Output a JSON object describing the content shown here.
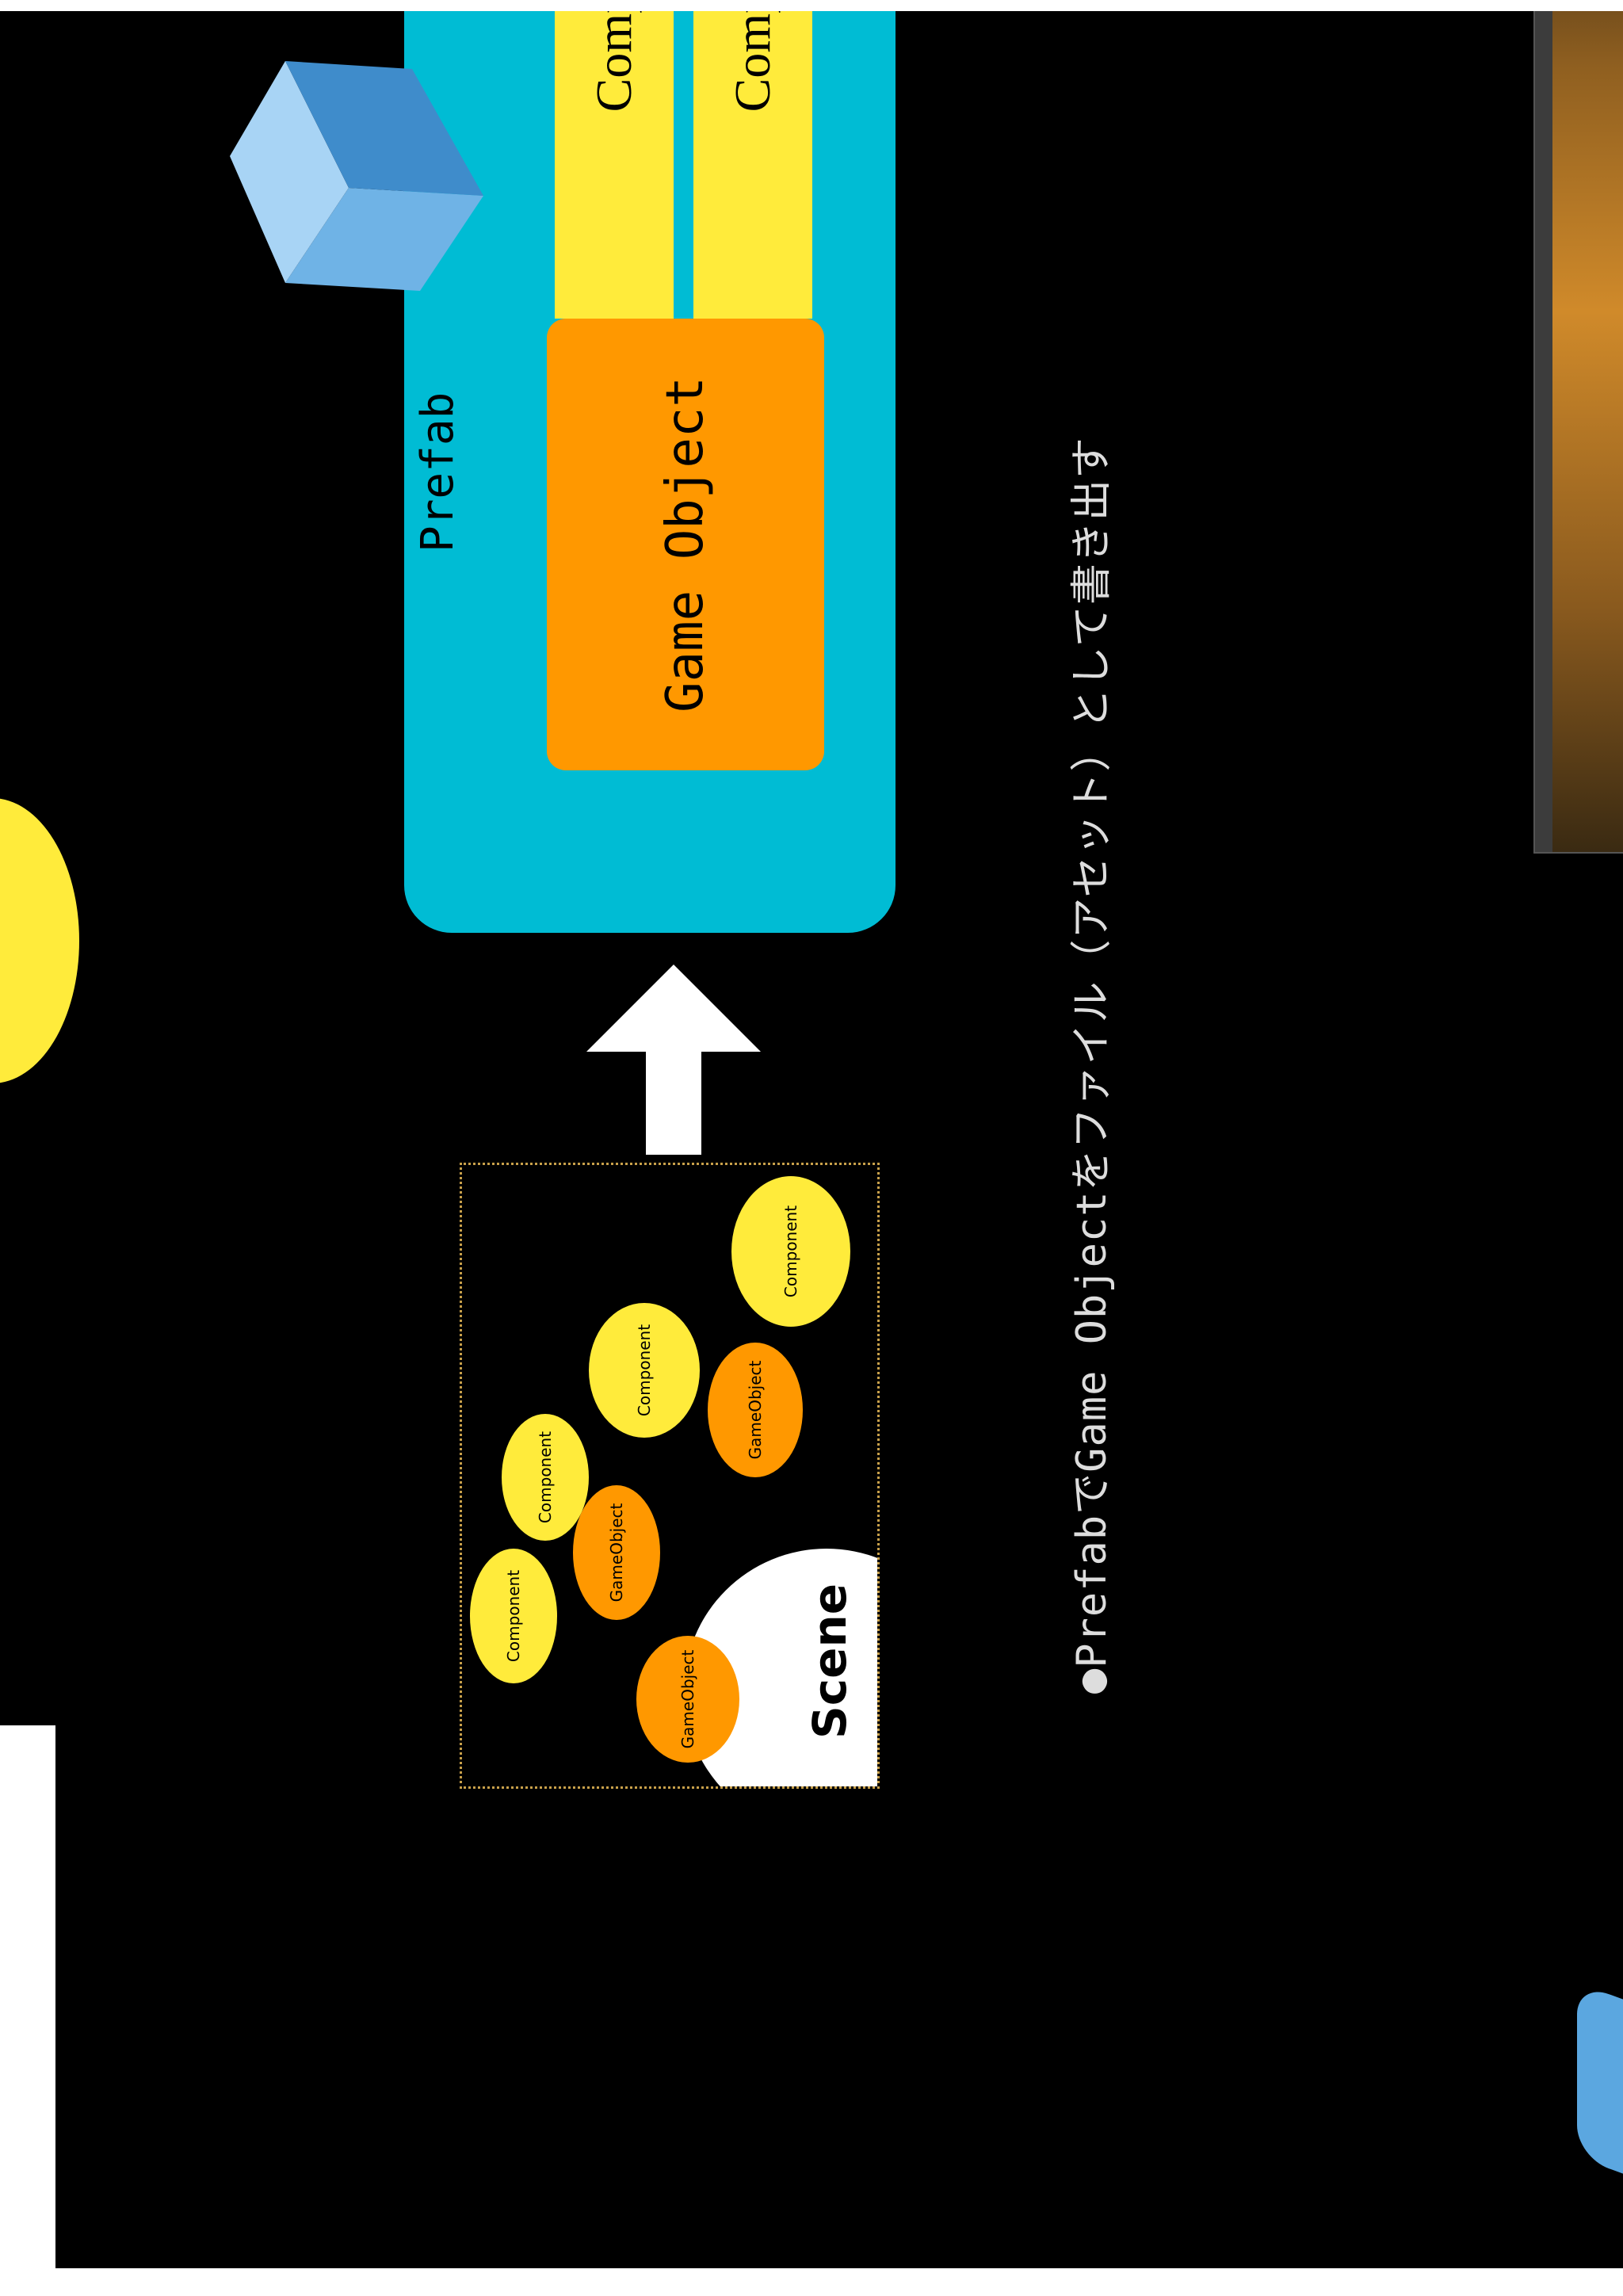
{
  "diagram": {
    "prefab_label": "Prefab",
    "components": [
      "Component",
      "Component"
    ],
    "game_object_label": "Game Object",
    "scene": {
      "label": "Scene",
      "bubbles": [
        {
          "type": "game_object",
          "text": "GameObject"
        },
        {
          "type": "component",
          "text": "Component"
        },
        {
          "type": "game_object",
          "text": "GameObject"
        },
        {
          "type": "component",
          "text": "Component"
        },
        {
          "type": "game_object",
          "text": "GameObject"
        },
        {
          "type": "component",
          "text": "Component"
        },
        {
          "type": "component",
          "text": "Component"
        }
      ]
    },
    "caption": "●PrefabでGame Objectをファイル（アセット）として書き出す"
  },
  "colors": {
    "background": "#000000",
    "prefab": "#00bcd4",
    "component": "#ffeb3b",
    "game_object": "#ff9800",
    "cube": "#5ba7e0",
    "arrow": "#ffffff"
  },
  "icons": [
    "prefab-cube-icon",
    "up-arrow-icon"
  ]
}
